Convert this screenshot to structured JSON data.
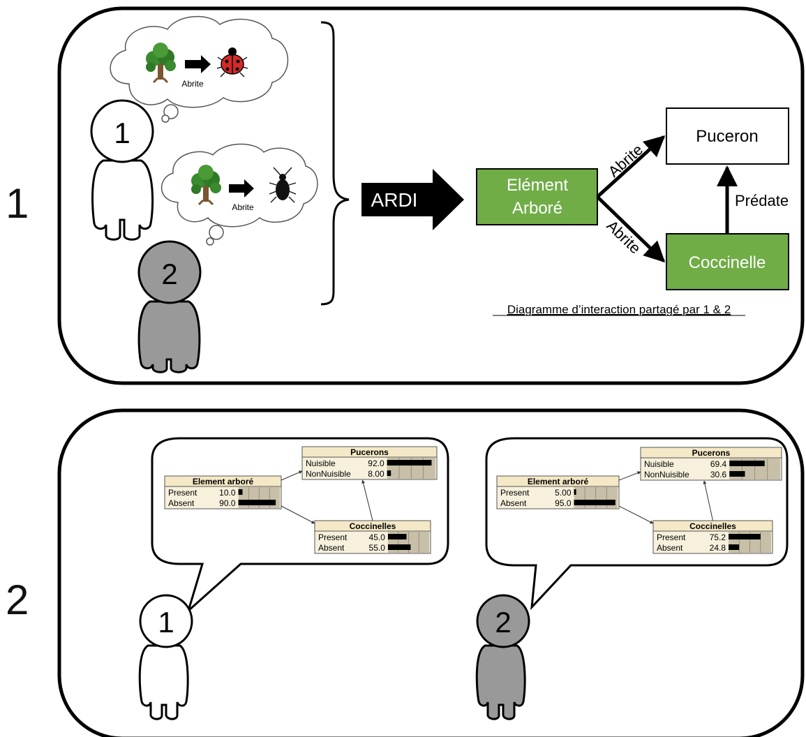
{
  "section_labels": [
    "1",
    "2"
  ],
  "thoughts": {
    "person1": {
      "relation": "Abrite"
    },
    "person2": {
      "relation": "Abrite"
    }
  },
  "persons": {
    "p1": {
      "number": "1",
      "color": "#ffffff"
    },
    "p2": {
      "number": "2",
      "color": "#999999"
    }
  },
  "ardi_arrow": {
    "label": "ARDI"
  },
  "diagram": {
    "nodes": {
      "tree": "Elément Arboré",
      "tree_line1": "Elément",
      "tree_line2": "Arboré",
      "aphid": "Puceron",
      "ladybird": "Coccinelle"
    },
    "edges": {
      "tree_aphid": "Abrite",
      "tree_ladybird": "Abrite",
      "ladybird_aphid": "Prédate"
    },
    "caption": "Diagramme d’interaction partagé par 1 & 2",
    "colors": {
      "green": "#70ad47",
      "green_border": "#000000"
    }
  },
  "bayes_nets": {
    "p1": {
      "element": {
        "title": "Element arboré",
        "rows": [
          {
            "label": "Present",
            "value": "10.0",
            "pct": 10
          },
          {
            "label": "Absent",
            "value": "90.0",
            "pct": 90
          }
        ]
      },
      "pucerons": {
        "title": "Pucerons",
        "rows": [
          {
            "label": "Nuisible",
            "value": "92.0",
            "pct": 92
          },
          {
            "label": "NonNuisible",
            "value": "8.00",
            "pct": 8
          }
        ]
      },
      "coccinelles": {
        "title": "Coccinelles",
        "rows": [
          {
            "label": "Present",
            "value": "45.0",
            "pct": 45
          },
          {
            "label": "Absent",
            "value": "55.0",
            "pct": 55
          }
        ]
      }
    },
    "p2": {
      "element": {
        "title": "Element arboré",
        "rows": [
          {
            "label": "Present",
            "value": "5.00",
            "pct": 5
          },
          {
            "label": "Absent",
            "value": "95.0",
            "pct": 95
          }
        ]
      },
      "pucerons": {
        "title": "Pucerons",
        "rows": [
          {
            "label": "Nuisible",
            "value": "69.4",
            "pct": 69.4
          },
          {
            "label": "NonNuisible",
            "value": "30.6",
            "pct": 30.6
          }
        ]
      },
      "coccinelles": {
        "title": "Coccinelles",
        "rows": [
          {
            "label": "Present",
            "value": "75.2",
            "pct": 75.2
          },
          {
            "label": "Absent",
            "value": "24.8",
            "pct": 24.8
          }
        ]
      }
    },
    "colors": {
      "title_bg": "#f4e8c6",
      "row_bg": "#f6f0dc",
      "bar_bg": "#c8bfa8",
      "bar": "#000000"
    }
  }
}
